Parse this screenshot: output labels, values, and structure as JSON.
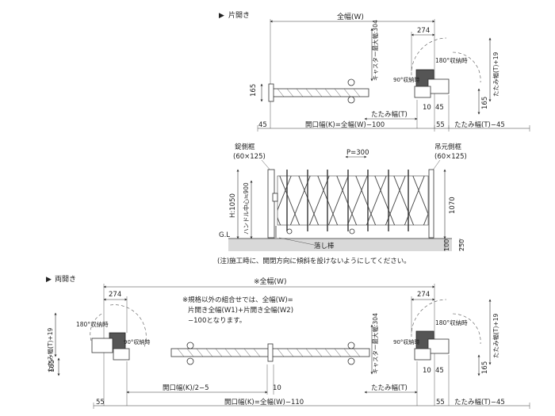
{
  "single_swing": {
    "marker": "▶",
    "title": "片開き",
    "total_width": "全幅(W)",
    "dim_274": "274",
    "caster_max": "キャスター最大幅:304",
    "stow_180": "180°収納時",
    "stow_90": "90°収納時",
    "fold_plus": "たたみ幅(T)+19",
    "dim_165_left": "165",
    "dim_165_right": "165",
    "dim_10": "10",
    "dim_45_right": "45",
    "fold_width": "たたみ幅(T)",
    "dim_45_left": "45",
    "opening": "開口幅(K)=全幅(W)−100",
    "dim_55": "55",
    "fold_minus": "たたみ幅(T)−45"
  },
  "elevation": {
    "lock_frame": "錠側框",
    "lock_frame_size": "(60×125)",
    "pitch": "P=300",
    "hinge_frame": "吊元側框",
    "hinge_frame_size": "(60×125)",
    "height": "H:1050",
    "handle_center": "ハンドル中心≒900",
    "dim_1070": "1070",
    "gl": "G.L",
    "drop_rod": "落し棒",
    "dim_100": "100",
    "dim_250": "250",
    "note": "(注)施工時に、開閉方向に傾斜を設けないようにしてください。"
  },
  "double_swing": {
    "marker": "▶",
    "title": "両開き",
    "total_width": "※全幅(W)",
    "dim_274_left": "274",
    "dim_274_right": "274",
    "spec_note_1": "※規格以外の組合せでは、全幅(W)=",
    "spec_note_2": "片開き全幅(W1)+片開き全幅(W2)",
    "spec_note_3": "−100となります。",
    "stow_180_left": "180°収納時",
    "stow_90_left": "90°収納時",
    "fold_plus_left": "たたみ幅(T)+19",
    "dim_165_left": "165",
    "stow_180_right": "180°収納時",
    "stow_90_right": "90°収納時",
    "fold_plus_right": "たたみ幅(T)+19",
    "dim_165_right": "165",
    "caster_max": "キャスター最大幅:304",
    "dim_10_right": "10",
    "dim_45_right": "45",
    "half_opening": "開口幅(K)/2−5",
    "dim_10_center": "10",
    "fold_width": "たたみ幅(T)",
    "dim_55_left": "55",
    "opening": "開口幅(K)=全幅(W)−110",
    "dim_55_right": "55",
    "fold_minus": "たたみ幅(T)−45"
  }
}
